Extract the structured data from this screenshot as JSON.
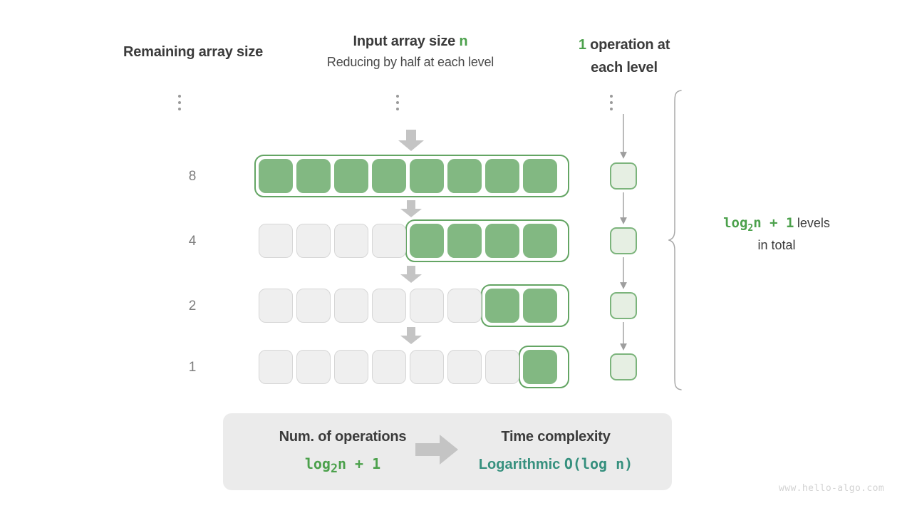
{
  "headers": {
    "left": "Remaining array size",
    "mid_title_pre": "Input array size ",
    "mid_title_var": "n",
    "mid_sub": "Reducing by half at each level",
    "right_count": "1",
    "right_line1": " operation at",
    "right_line2": "each level"
  },
  "rows": [
    {
      "label": "⋮",
      "is_dots": true,
      "total": 0,
      "filled": 0
    },
    {
      "label": "8",
      "is_dots": false,
      "total": 8,
      "filled": 8
    },
    {
      "label": "4",
      "is_dots": false,
      "total": 8,
      "filled": 4
    },
    {
      "label": "2",
      "is_dots": false,
      "total": 8,
      "filled": 2
    },
    {
      "label": "1",
      "is_dots": false,
      "total": 8,
      "filled": 1
    }
  ],
  "ops": {
    "dots": "⋮",
    "box_count": 4
  },
  "annotation": {
    "formula_pre": "log",
    "formula_sub": "2",
    "formula_post": "n + 1",
    "text_line1": "levels",
    "text_line2": "in total"
  },
  "summary": {
    "left_title": "Num. of operations",
    "left_value_pre": "log",
    "left_value_sub": "2",
    "left_value_post": "n + 1",
    "arrow_icon": "arrow-right-icon",
    "right_title": "Time complexity",
    "right_value_word": "Logarithmic",
    "right_value_mono": "O(log n)"
  },
  "watermark": "www.hello-algo.com",
  "colors": {
    "green_accent": "#4CA14C",
    "green_fill": "#82b882",
    "green_border": "#64a564",
    "op_fill": "#e6efe3",
    "op_border": "#7cb47c",
    "empty_fill": "#efefef",
    "empty_border": "#d6d6d6",
    "teal": "#36907E",
    "arrow_gray": "#c4c4c4",
    "panel_gray": "#ebebeb",
    "text_dark": "#3b3b3b",
    "text_muted": "#7d7d7d"
  }
}
